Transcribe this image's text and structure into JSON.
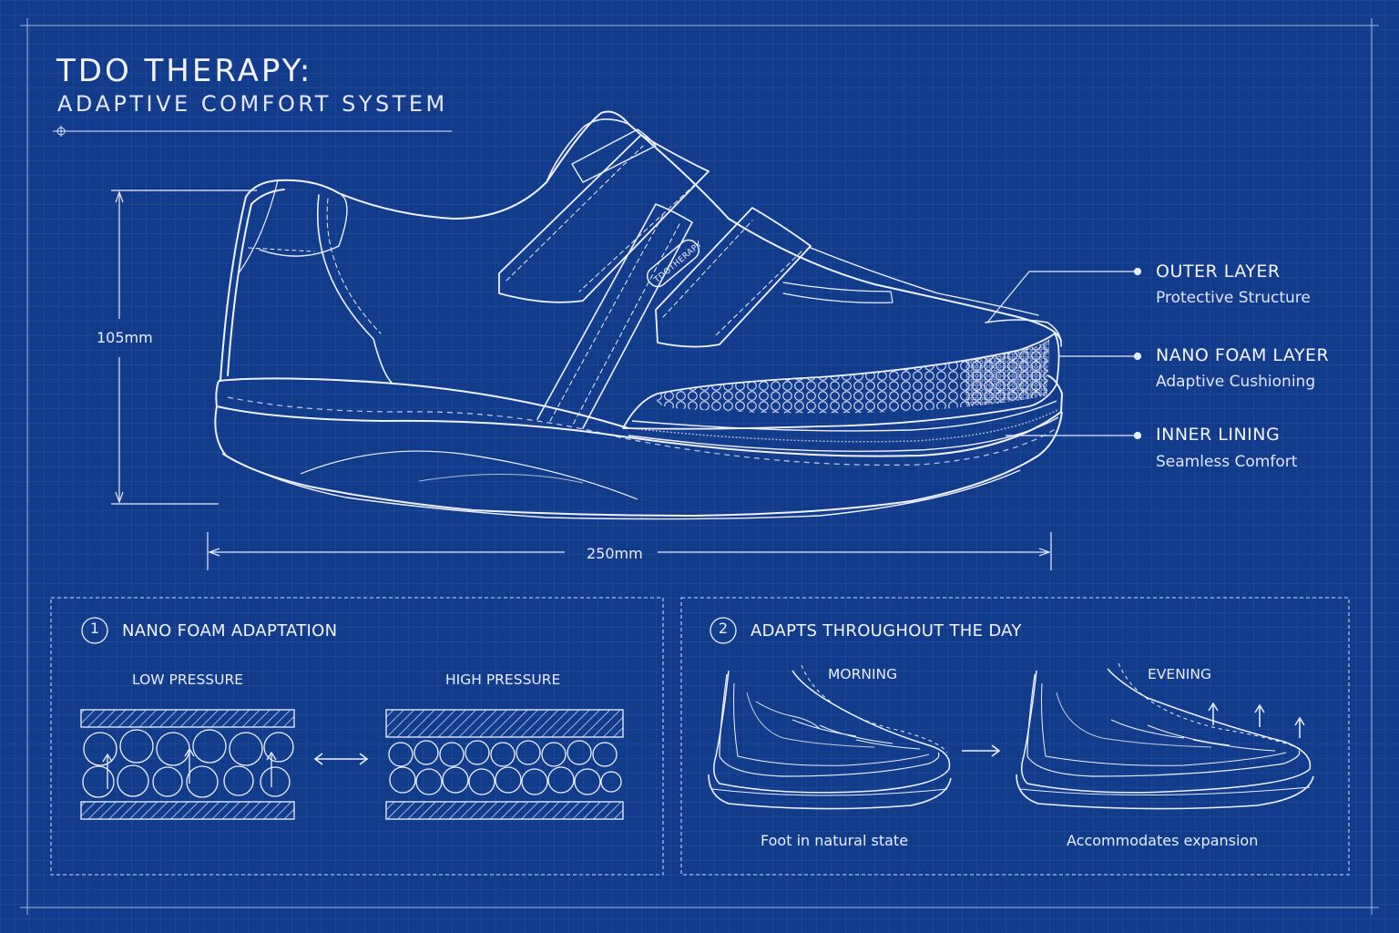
{
  "title": {
    "main": "TDO THERAPY:",
    "sub": "ADAPTIVE COMFORT SYSTEM"
  },
  "shoe": {
    "strap_logo": "TDOTHERAPY",
    "dimensions": {
      "height": "105mm",
      "length": "250mm"
    },
    "layers": [
      {
        "name": "OUTER LAYER",
        "description": "Protective Structure"
      },
      {
        "name": "NANO FOAM LAYER",
        "description": "Adaptive Cushioning"
      },
      {
        "name": "INNER LINING",
        "description": "Seamless Comfort"
      }
    ]
  },
  "panels": [
    {
      "number": "1",
      "title": "NANO FOAM ADAPTATION",
      "left_label": "LOW PRESSURE",
      "right_label": "HIGH PRESSURE"
    },
    {
      "number": "2",
      "title": "ADAPTS THROUGHOUT THE DAY",
      "left_label": "MORNING",
      "right_label": "EVENING",
      "left_caption": "Foot in natural state",
      "right_caption": "Accommodates expansion"
    }
  ],
  "colors": {
    "background": "#133b8c",
    "line": "#e6ecff"
  }
}
